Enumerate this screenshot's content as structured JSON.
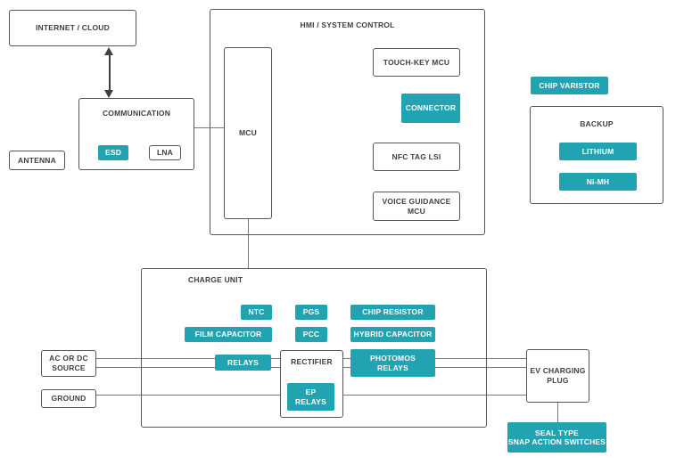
{
  "colors": {
    "teal": "#22a3b2",
    "border": "#55565a",
    "line": "#7a7a7a",
    "text": "#3f3f41"
  },
  "nodes": {
    "internet_cloud": "INTERNET / CLOUD",
    "antenna": "ANTENNA",
    "communication": "COMMUNICATION",
    "esd": "ESD",
    "lna": "LNA",
    "hmi_title": "HMI / SYSTEM CONTROL",
    "mcu": "MCU",
    "touch_key_mcu": "TOUCH-KEY MCU",
    "connector": "CONNECTOR",
    "nfc_tag_lsi": "NFC TAG LSI",
    "voice_guidance_mcu": {
      "line1": "VOICE GUIDANCE",
      "line2": "MCU"
    },
    "chip_varistor": "CHIP VARISTOR",
    "backup": "BACKUP",
    "lithium": "LITHIUM",
    "nimh": "Ni-MH",
    "charge_unit": "CHARGE UNIT",
    "ntc": "NTC",
    "pgs": "PGS",
    "chip_resistor": "CHIP RESISTOR",
    "film_capacitor": "FILM CAPACITOR",
    "pcc": "PCC",
    "hybrid_capacitor": "HYBRID CAPACITOR",
    "relays": "RELAYS",
    "rectifier": "RECTIFIER",
    "photomos_relays": {
      "line1": "PHOTOMOS",
      "line2": "RELAYS"
    },
    "ep_relays": {
      "line1": "EP",
      "line2": "RELAYS"
    },
    "ac_source": {
      "line1": "AC OR DC",
      "line2": "SOURCE"
    },
    "ground": "GROUND",
    "ev_plug": {
      "line1": "EV CHARGING",
      "line2": "PLUG"
    },
    "seal_switches": {
      "line1": "SEAL TYPE",
      "line2": "SNAP ACTION SWITCHES"
    }
  }
}
